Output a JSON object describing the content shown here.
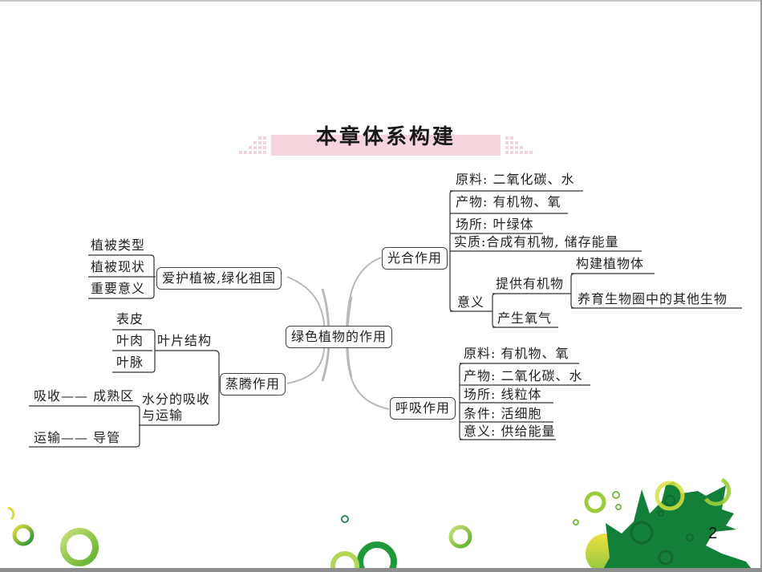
{
  "slide": {
    "title": "本章体系构建",
    "page_number": "2",
    "colors": {
      "title_band": "#f6d5df",
      "leaf_green_dark": "#0f7a35",
      "leaf_green_light": "#a6cf3a",
      "accent_yellow": "#e8dd3c",
      "connector_gray": "#b8b8b8"
    }
  },
  "mindmap": {
    "root": "绿色植物的作用",
    "branches": [
      {
        "label": "爱护植被,绿化祖国",
        "children": [
          "植被类型",
          "植被现状",
          "重要意义"
        ]
      },
      {
        "label": "蒸腾作用",
        "children": [
          {
            "label": "叶片结构",
            "children": [
              "表皮",
              "叶肉",
              "叶脉"
            ]
          },
          {
            "label_line1": "水分的吸收",
            "label_line2": "与运输",
            "children": [
              "吸收—— 成熟区",
              "运输—— 导管"
            ]
          }
        ]
      },
      {
        "label": "光合作用",
        "children": [
          "原料: 二氧化碳、水",
          "产物: 有机物、氧",
          "场所: 叶绿体",
          "实质:合成有机物, 储存能量",
          {
            "label": "意义",
            "children": [
              {
                "label": "提供有机物",
                "children": [
                  "构建植物体",
                  "养育生物圈中的其他生物"
                ]
              },
              "产生氧气"
            ]
          }
        ]
      },
      {
        "label": "呼吸作用",
        "children": [
          "原料: 有机物、氧",
          "产物: 二氧化碳、水",
          "场所: 线粒体",
          "条件: 活细胞",
          "意义: 供给能量"
        ]
      }
    ]
  }
}
